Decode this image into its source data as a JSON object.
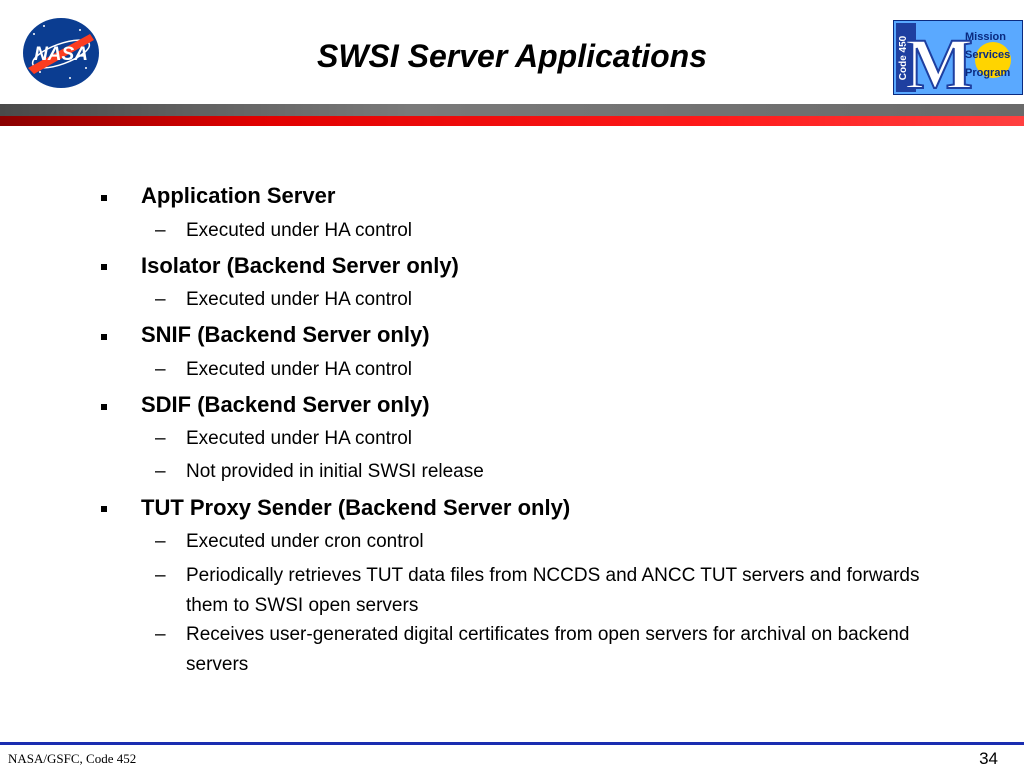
{
  "header": {
    "title": "SWSI Server Applications",
    "nasa_logo_text": "NASA",
    "msp_logo": {
      "code_text": "Code 450",
      "letter": "M",
      "lines": [
        "Mission",
        "Services",
        "Program"
      ]
    }
  },
  "bullets": [
    {
      "label": "Application Server",
      "subs": [
        "Executed under HA control"
      ]
    },
    {
      "label": "Isolator (Backend Server only)",
      "subs": [
        "Executed under HA control"
      ]
    },
    {
      "label": "SNIF (Backend Server only)",
      "subs": [
        "Executed under HA control"
      ]
    },
    {
      "label": "SDIF (Backend Server only)",
      "subs": [
        "Executed under HA control",
        "Not provided in initial SWSI release"
      ]
    },
    {
      "label": "TUT Proxy Sender (Backend Server only)",
      "subs": [
        "Executed under cron control",
        "Periodically retrieves TUT data files from NCCDS and ANCC TUT servers and forwards them to SWSI open servers",
        "Receives user-generated digital certificates from open servers for archival on backend servers"
      ]
    }
  ],
  "footer": {
    "left": "NASA/GSFC, Code 452",
    "page_number": "34"
  },
  "colors": {
    "accent_red": "#ff1a1a",
    "bar_gray": "#6a6a6a",
    "footer_blue": "#1a2db0",
    "logo_blue": "#1e3fa0"
  }
}
